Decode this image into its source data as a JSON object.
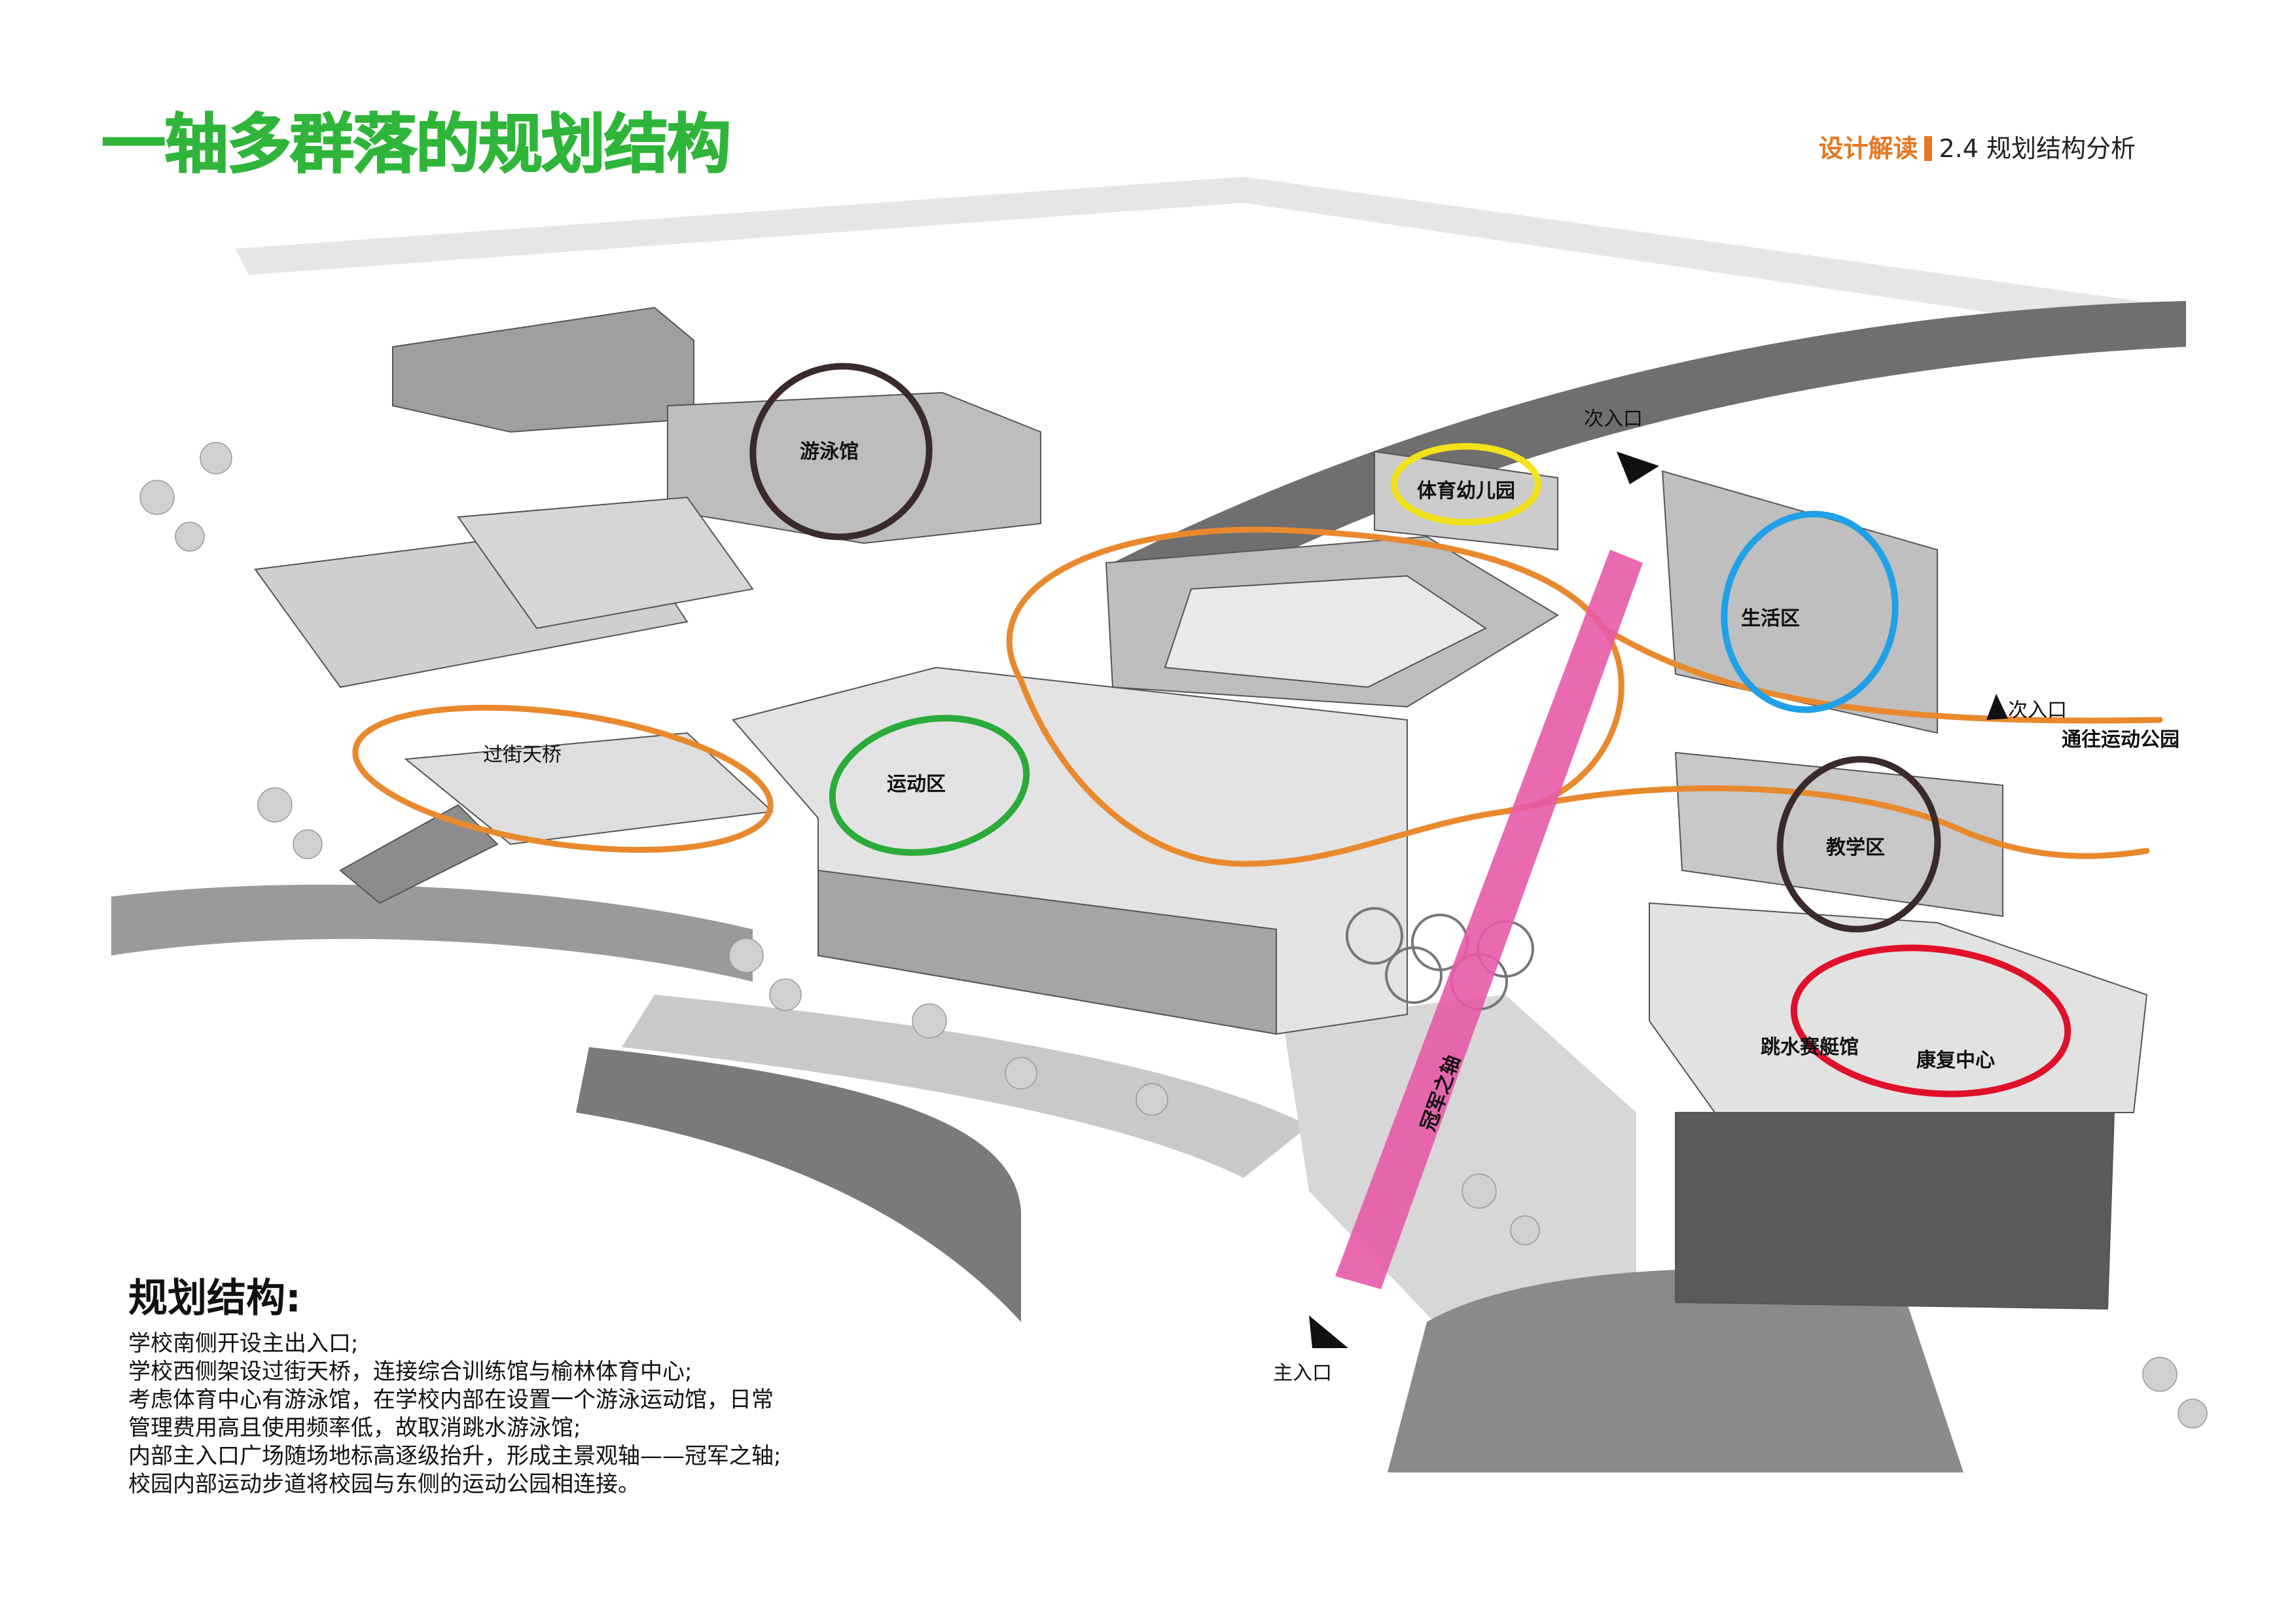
{
  "page": {
    "title": "一轴多群落的规划结构",
    "section_tag_strong": "设计解读",
    "section_tag_sub": "2.4 规划结构分析"
  },
  "map_labels": {
    "swimming_hall": "游泳馆",
    "kindergarten": "体育幼儿园",
    "secondary_entrance_top": "次入口",
    "living_zone": "生活区",
    "secondary_entrance_right": "次入口",
    "to_sports_park": "通往运动公园",
    "footbridge": "过街天桥",
    "sports_zone": "运动区",
    "teaching_zone": "教学区",
    "diving_hall": "跳水赛艇馆",
    "rehab_center": "康复中心",
    "champion_axis": "冠军之轴",
    "main_entrance": "主入口"
  },
  "colors": {
    "title_green": "#2fb53a",
    "tag_orange": "#e87722",
    "path_orange": "#e8892e",
    "axis_pink": "#e85aa8",
    "zone_dark": "#3a2a2a",
    "zone_yellow": "#f2e21a",
    "zone_blue": "#1fa0e8",
    "zone_green": "#2aab3a",
    "zone_red": "#e0102a"
  },
  "description": {
    "heading": "规划结构:",
    "lines": [
      "学校南侧开设主出入口;",
      "学校西侧架设过街天桥，连接综合训练馆与榆林体育中心;",
      "考虑体育中心有游泳馆，在学校内部在设置一个游泳运动馆，日常",
      "管理费用高且使用频率低，故取消跳水游泳馆;",
      "内部主入口广场随场地标高逐级抬升，形成主景观轴——冠军之轴;",
      "校园内部运动步道将校园与东侧的运动公园相连接。"
    ]
  }
}
